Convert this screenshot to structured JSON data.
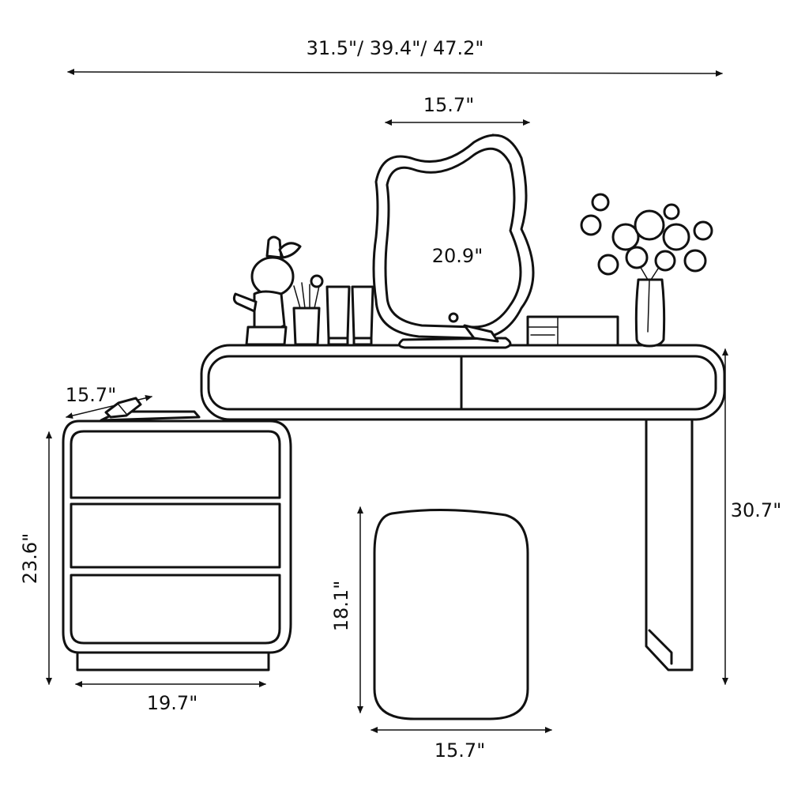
{
  "dimensions": {
    "overall_width": "31.5\"/ 39.4\"/ 47.2\"",
    "mirror_width": "15.7\"",
    "mirror_height": "20.9\"",
    "cabinet_depth": "15.7\"",
    "cabinet_height": "23.6\"",
    "cabinet_width": "19.7\"",
    "stool_height": "18.1\"",
    "stool_width": "15.7\"",
    "desk_height": "30.7\""
  },
  "colors": {
    "line": "#111111",
    "background": "#ffffff"
  }
}
